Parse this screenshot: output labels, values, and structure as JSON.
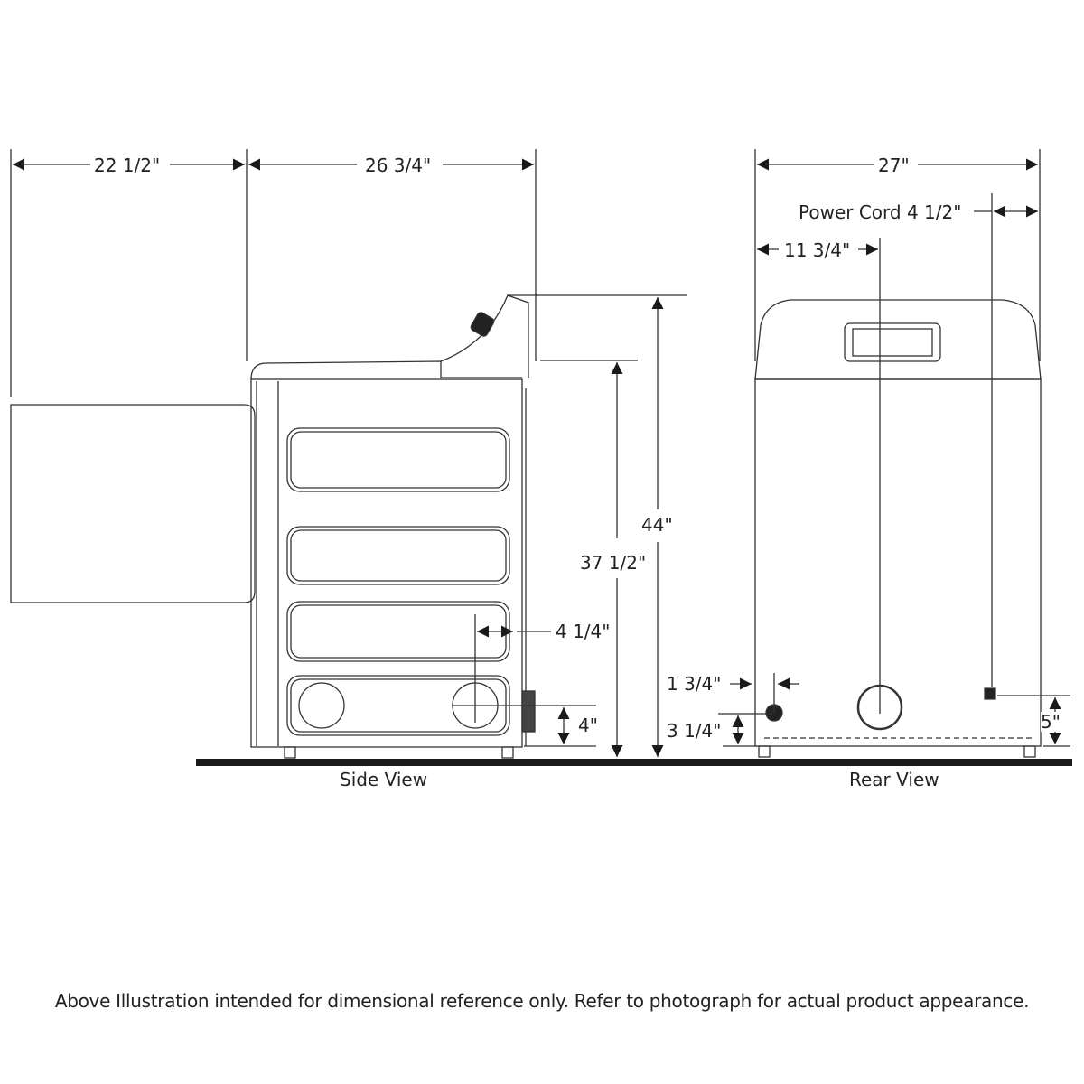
{
  "diagram": {
    "type": "appliance-dimension-drawing",
    "views": [
      {
        "name": "Side View",
        "dimensions": {
          "door_open_depth": "22 1/2\"",
          "cabinet_depth": "26 3/4\"",
          "overall_height": "44\"",
          "top_height": "37 1/2\"",
          "vent_from_back": "4 1/4\"",
          "vent_height": "4\""
        }
      },
      {
        "name": "Rear View",
        "dimensions": {
          "width": "27\"",
          "power_cord": "Power Cord 4 1/2\"",
          "vent_from_side": "11 3/4\"",
          "gas_from_side": "1 3/4\"",
          "gas_height": "3 1/4\"",
          "cord_height": "5\""
        }
      }
    ],
    "footnote": "Above Illustration intended for dimensional reference only. Refer to photograph for actual product appearance.",
    "colors": {
      "line": "#333333",
      "floor": "#1a1a1a",
      "background": "#ffffff"
    }
  }
}
